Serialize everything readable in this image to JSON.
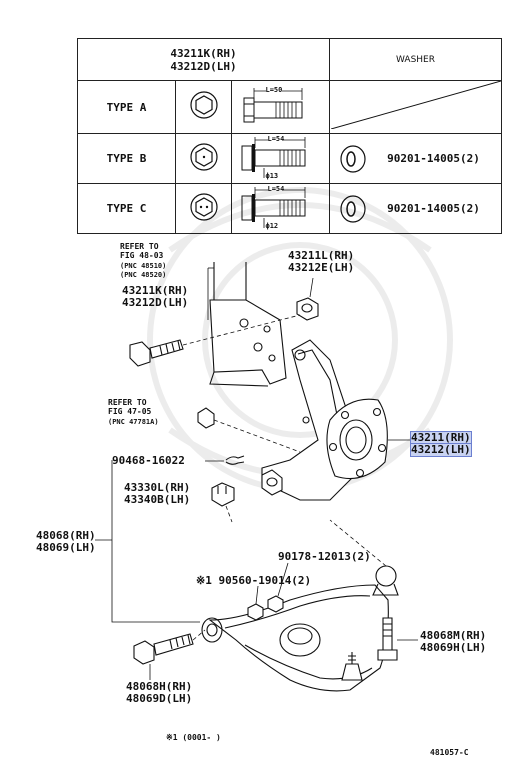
{
  "table": {
    "bolt_header_rh": "43211K(RH)",
    "bolt_header_lh": "43212D(LH)",
    "washer_header": "WASHER",
    "rows": [
      {
        "type": "TYPE A",
        "length": "L=50",
        "diameter": "",
        "washer_pn": ""
      },
      {
        "type": "TYPE B",
        "length": "L=54",
        "diameter": "ϕ13",
        "washer_pn": "90201-14005(2)"
      },
      {
        "type": "TYPE C",
        "length": "L=54",
        "diameter": "ϕ12",
        "washer_pn": "90201-14005(2)"
      }
    ]
  },
  "callouts": {
    "refer_48_l1": "REFER TO",
    "refer_48_l2": "FIG 48-03",
    "refer_48_pnc1": "(PNC 48510)",
    "refer_48_pnc2": "(PNC 48520)",
    "bolt_rh": "43211K(RH)",
    "bolt_lh": "43212D(LH)",
    "nut_rh": "43211L(RH)",
    "nut_lh": "43212E(LH)",
    "refer_47_l1": "REFER TO",
    "refer_47_l2": "FIG 47-05",
    "refer_47_pnc": "(PNC 47781A)",
    "knuckle_rh": "43211(RH)",
    "knuckle_lh": "43212(LH)",
    "pin": "90468-16022",
    "balljoint_nut_rh": "43330L(RH)",
    "balljoint_nut_lh": "43340B(LH)",
    "arm_rh": "48068(RH)",
    "arm_lh": "48069(LH)",
    "arm_nut": "90178-12013(2)",
    "arm_bolt_small": "※1 90560-19014(2)",
    "rear_bolt_rh": "48068M(RH)",
    "rear_bolt_lh": "48069H(LH)",
    "front_bolt_rh": "48068H(RH)",
    "front_bolt_lh": "48069D(LH)",
    "footnote": "※1 (0001-     )",
    "figure_id": "481057-C"
  }
}
